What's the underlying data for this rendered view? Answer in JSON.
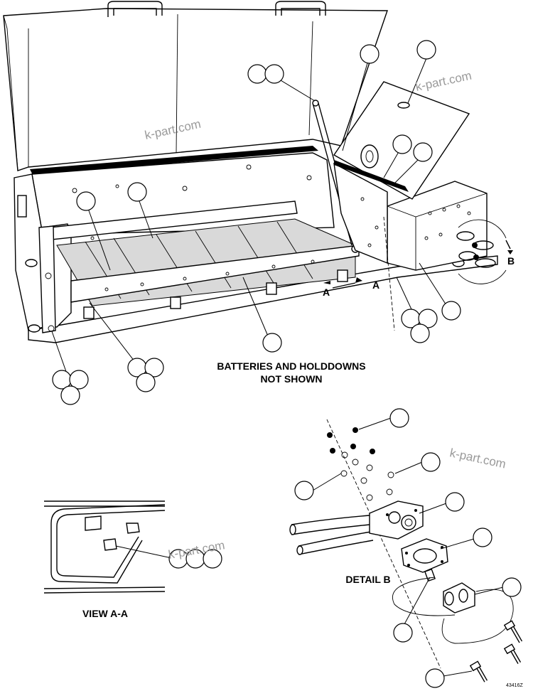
{
  "notes": {
    "batteries_line1": "BATTERIES AND HOLDDOWNS",
    "batteries_line2": "NOT SHOWN"
  },
  "labels": {
    "view_aa": "VIEW A-A",
    "detail_b": "DETAIL B",
    "section_a_left": "A",
    "section_a_right": "A",
    "detail_ref_b": "B",
    "drawing_number": "43416Z"
  },
  "watermarks": [
    "k-part.com",
    "k-part.com",
    "k-part.com",
    "k-part.com"
  ]
}
